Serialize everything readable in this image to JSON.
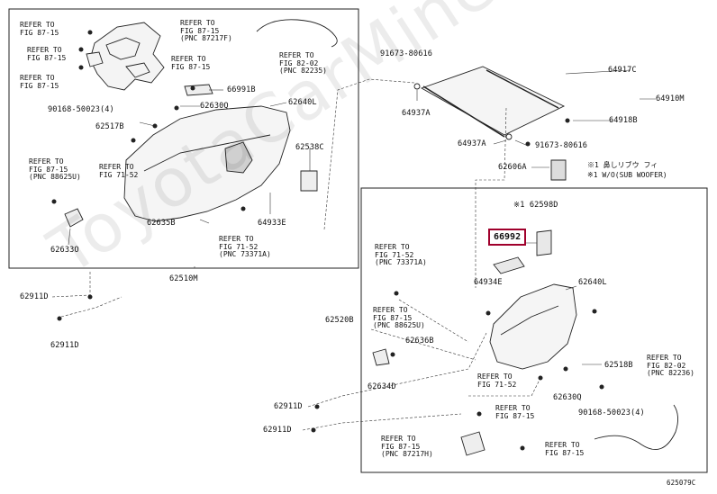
{
  "watermark": "ToyotaCarMine.ru",
  "diagram_id": "625079C",
  "notes": {
    "note1": "※1 鼻しリブウ フィ",
    "note2": "※1 W/O(SUB WOOFER)"
  },
  "highlighted_part": "66992",
  "parts": {
    "p66991B": "66991B",
    "p62630Q_l": "62630Q",
    "p62640L_l": "62640L",
    "p90168_l": "90168-50023(4)",
    "p62517B": "62517B",
    "p62538C": "62538C",
    "p62635B": "62635B",
    "p64933E": "64933E",
    "p62633O": "62633O",
    "p62510M": "62510M",
    "p62911D_a": "62911D",
    "p62911D_b": "62911D",
    "p91673_a": "91673-80616",
    "p64917C": "64917C",
    "p64910M": "64910M",
    "p64937A_a": "64937A",
    "p64918B": "64918B",
    "p64937A_b": "64937A",
    "p91673_b": "91673-80616",
    "p62606A": "62606A",
    "p62598D": "※1 62598D",
    "p64934E": "64934E",
    "p62640L_r": "62640L",
    "p62520B": "62520B",
    "p62636B": "62636B",
    "p62518B": "62518B",
    "p62634D": "62634D",
    "p62630Q_r": "62630Q",
    "p90168_r": "90168-50023(4)",
    "p62911D_c": "62911D",
    "p62911D_d": "62911D"
  },
  "refs": {
    "r1": "REFER TO\nFIG 87-15",
    "r2": "REFER TO\nFIG 87-15",
    "r3": "REFER TO\nFIG 87-15",
    "r4": "REFER TO\nFIG 87-15\n(PNC 87217F)",
    "r5": "REFER TO\nFIG 87-15",
    "r6": "REFER TO\nFIG 82-02\n(PNC 82235)",
    "r7": "REFER TO\nFIG 87-15\n(PNC 88625U)",
    "r8": "REFER TO\nFIG 71-52",
    "r9": "REFER TO\nFIG 71-52\n(PNC 73371A)",
    "r10": "REFER TO\nFIG 71-52\n(PNC 73371A)",
    "r11": "REFER TO\nFIG 87-15\n(PNC 88625U)",
    "r12": "REFER TO\nFIG 71-52",
    "r13": "REFER TO\nFIG 82-02\n(PNC 82236)",
    "r14": "REFER TO\nFIG 87-15",
    "r15": "REFER TO\nFIG 87-15\n(PNC 87217H)",
    "r16": "REFER TO\nFIG 87-15"
  }
}
